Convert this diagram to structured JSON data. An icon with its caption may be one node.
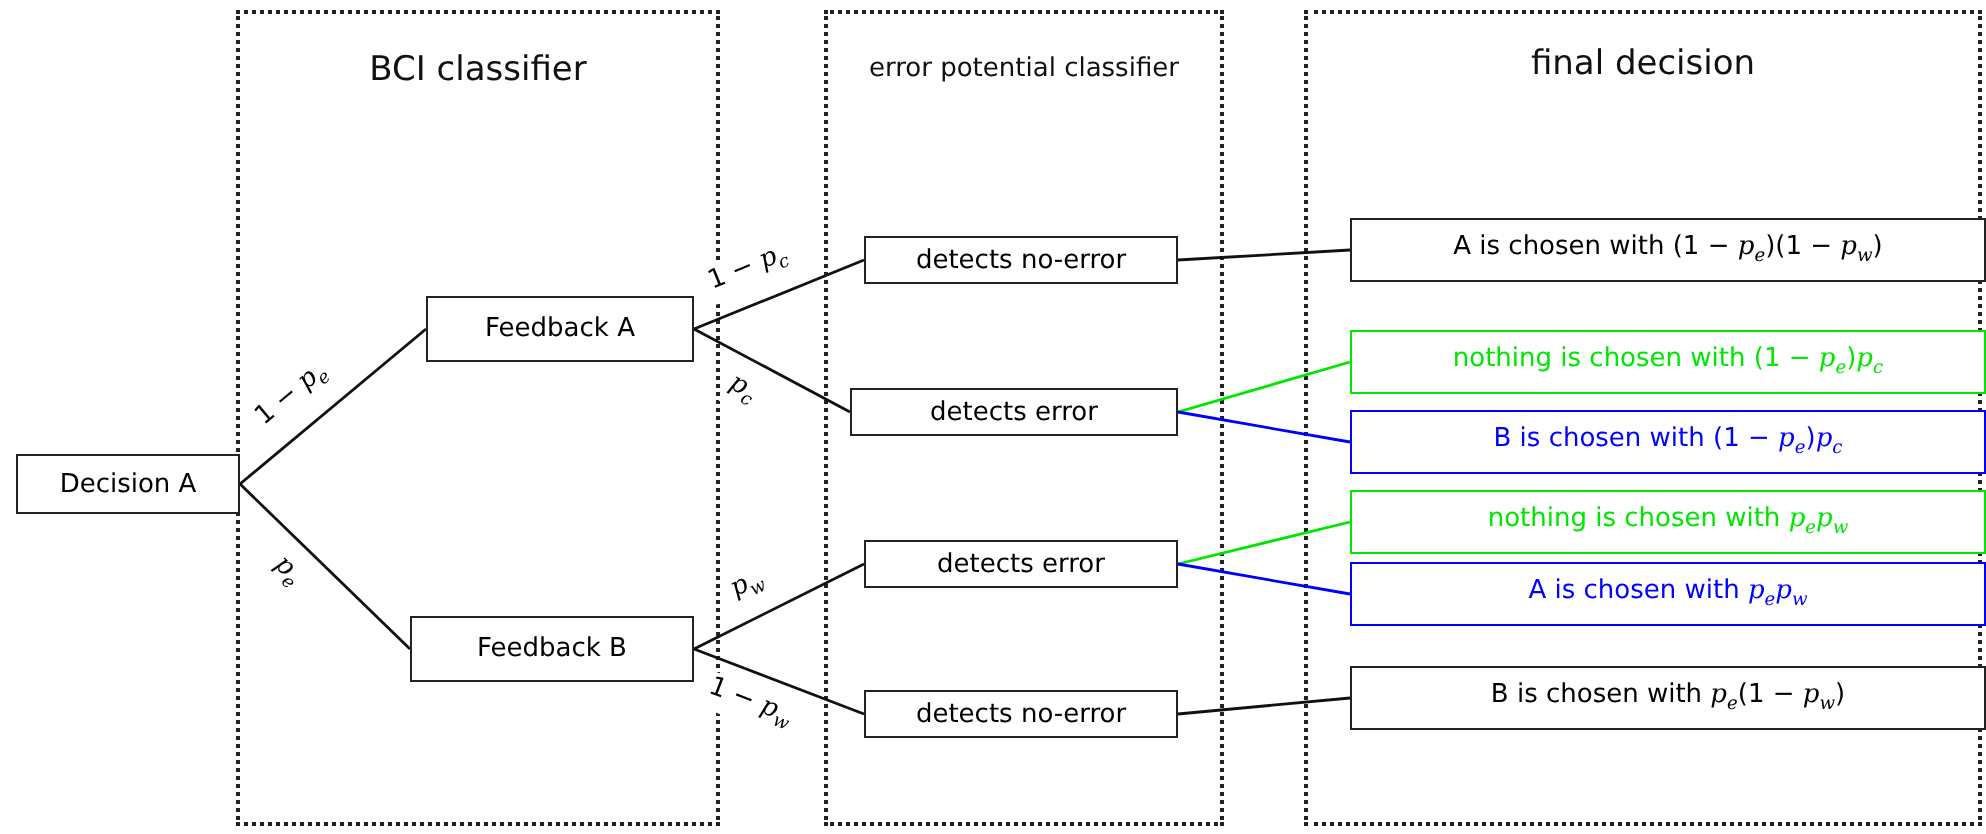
{
  "diagram": {
    "nodes": [
      {
        "text": [
          "BCI classifier"
        ]
      },
      {
        "text": [
          "error potential classifier"
        ]
      },
      {
        "text": [
          "final decision"
        ]
      },
      {
        "text": [
          "Decision A"
        ]
      },
      {
        "text": [
          "Feedback A"
        ],
        "in": 0
      },
      {
        "text": [
          "Feedback B"
        ],
        "in": 0
      },
      {
        "text": [
          "detects no-error"
        ],
        "in": 1
      },
      {
        "text": [
          "detects error"
        ],
        "in": 1
      },
      {
        "text": [
          "detects error"
        ],
        "in": 1
      },
      {
        "text": [
          "detects no-error"
        ],
        "in": 1
      },
      {
        "text": [
          "A is chosen with (1 − *p*$_{e}$)(1 − *p*$_{w}$)"
        ],
        "in": 2
      },
      {
        "text": [
          "nothing is chosen with (1 − *p*$_{e}$)*p*$_{c}$"
        ],
        "in": 2
      },
      {
        "text": [
          "B is chosen with (1 − *p*$_{e}$)*p*$_{c}$"
        ],
        "in": 2
      },
      {
        "text": [
          "nothing is chosen with *p*$_{e}$*p*$_{w}$"
        ],
        "in": 2
      },
      {
        "text": [
          "A is chosen with *p*$_{e}$*p*$_{w}$"
        ],
        "in": 2
      },
      {
        "text": [
          "B is chosen with *p*$_{e}$(1 − *p*$_{w}$)"
        ],
        "in": 2
      }
    ],
    "edges": [
      {
        "from": 3,
        "to": 4,
        "arrow": "none",
        "label": "1 − *p*$_{e}$"
      },
      {
        "from": 3,
        "to": 5,
        "arrow": "none",
        "label": "*p*$_{e}$"
      },
      {
        "from": 4,
        "to": 6,
        "arrow": "none",
        "label": "1 − *p*$_{c}$"
      },
      {
        "from": 4,
        "to": 7,
        "arrow": "none",
        "label": "*p*$_{c}$"
      },
      {
        "from": 5,
        "to": 8,
        "arrow": "none",
        "label": "*p*$_{w}$"
      },
      {
        "from": 5,
        "to": 9,
        "arrow": "none",
        "label": "1 − *p*$_{w}$"
      },
      {
        "from": 6,
        "to": 10,
        "arrow": "none"
      },
      {
        "from": 7,
        "to": 11,
        "arrow": "none",
        "color": "#00e600"
      },
      {
        "from": 7,
        "to": 12,
        "arrow": "none",
        "color": "#0000ff"
      },
      {
        "from": 8,
        "to": 13,
        "arrow": "none",
        "color": "#00e600"
      },
      {
        "from": 8,
        "to": 14,
        "arrow": "none",
        "color": "#0000ff"
      },
      {
        "from": 9,
        "to": 15,
        "arrow": "none"
      }
    ]
  }
}
